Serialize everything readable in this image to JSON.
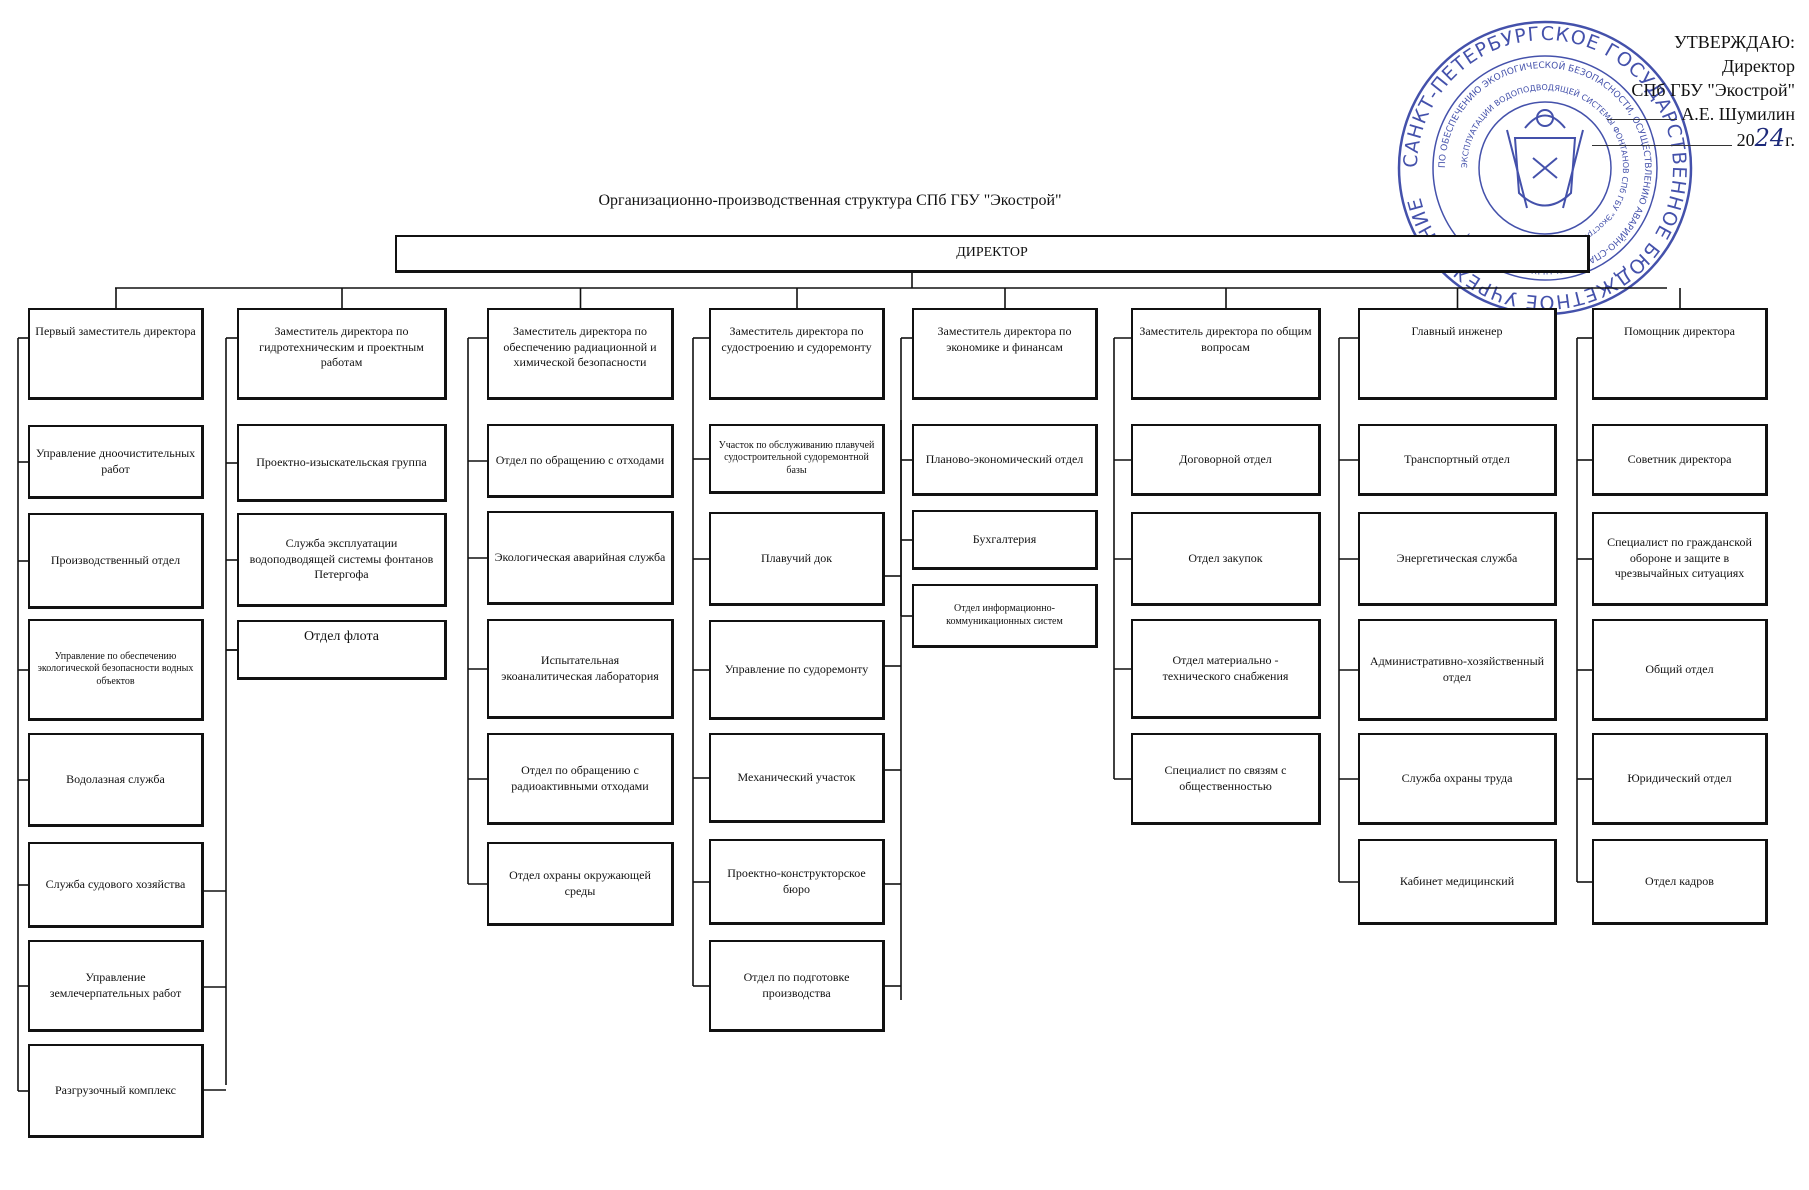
{
  "approval": {
    "line1": "УТВЕРЖДАЮ:",
    "line2": "Директор",
    "line3": "СПб ГБУ \"Экострой\"",
    "line4_sig": "А.Е. Шумилин",
    "line5_year": "20",
    "line5_year_hand": "24",
    "line5_suffix": "г."
  },
  "stamp": {
    "outer_text": "САНКТ-ПЕТЕРБУРГСКОЕ ГОСУДАРСТВЕННОЕ БЮДЖЕТНОЕ УЧРЕЖДЕНИЕ",
    "middle_text": "ПО ОБЕСПЕЧЕНИЮ ЭКОЛОГИЧЕСКОЙ БЕЗОПАСНОСТИ, ОСУЩЕСТВЛЕНИЮ АВАРИЙНО-СПАСАТЕЛЬНЫХ МЕРОПРИЯТИЙ",
    "inner_text": "ЭКСПЛУАТАЦИИ ВОДОПОДВОДЯЩЕЙ СИСТЕМЫ ФОНТАНОВ СПб ГБУ \"Экострой\"",
    "color": "#2b3aa0"
  },
  "title": "Организационно-производственная структура СПб ГБУ \"Экострой\"",
  "director": "ДИРЕКТОР",
  "columns": [
    {
      "head": "Первый заместитель директора",
      "items": [
        "Управление дноочистительных работ",
        "Производственный отдел",
        "Управление по обеспечению экологической безопасности водных объектов",
        "Водолазная служба",
        "Служба судового хозяйства",
        "Управление землечерпательных работ",
        "Разгрузочный комплекс"
      ]
    },
    {
      "head": "Заместитель директора по гидротехническим и проектным работам",
      "items": [
        "Проектно-изыскательская группа",
        "Служба эксплуатации водоподводящей системы фонтанов Петергофа",
        "Отдел флота"
      ]
    },
    {
      "head": "Заместитель директора по обеспечению радиационной и химической безопасности",
      "items": [
        "Отдел по обращению с отходами",
        "Экологическая аварийная служба",
        "Испытательная экоаналитическая лаборатория",
        "Отдел по обращению с радиоактивными отходами",
        "Отдел охраны окружающей среды"
      ]
    },
    {
      "head": "Заместитель директора по судостроению и судоремонту",
      "items": [
        "Участок по обслуживанию плавучей судостроительной судоремонтной базы",
        "Плавучий док",
        "Управление по судоремонту",
        "Механический участок",
        "Проектно-конструкторское бюро",
        "Отдел по подготовке производства"
      ]
    },
    {
      "head": "Заместитель директора по экономике и финансам",
      "items": [
        "Планово-экономический отдел",
        "Бухгалтерия",
        "Отдел информационно-коммуникационных систем"
      ]
    },
    {
      "head": "Заместитель директора по общим вопросам",
      "items": [
        "Договорной отдел",
        "Отдел закупок",
        "Отдел материально - технического снабжения",
        "Специалист по связям с общественностью"
      ]
    },
    {
      "head": "Главный инженер",
      "items": [
        "Транспортный отдел",
        "Энергетическая служба",
        "Административно-хозяйственный отдел",
        "Служба охраны труда",
        "Кабинет медицинский"
      ]
    },
    {
      "head": "Помощник директора",
      "items": [
        "Советник директора",
        "Специалист по гражданской обороне и защите в чрезвычайных ситуациях",
        "Общий отдел",
        "Юридический отдел",
        "Отдел кадров"
      ]
    }
  ]
}
